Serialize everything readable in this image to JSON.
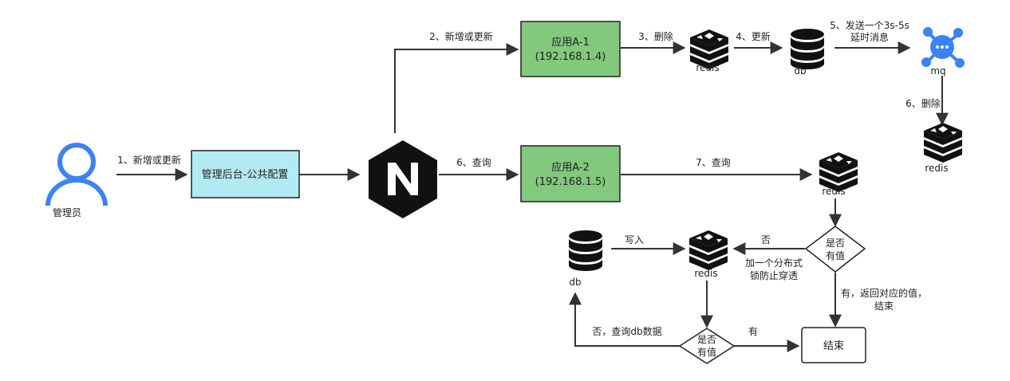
{
  "colors": {
    "app_box": "#82c87d",
    "admin_box": "#b2ebf2",
    "person": "#3b82f6",
    "mq": "#3b82f6",
    "edge": "#333333",
    "redis_icon": "#111111",
    "nginx": "#111111"
  },
  "nodes": {
    "admin_user": "管理员",
    "admin_console": "管理后台-公共配置",
    "app_a1": {
      "name": "应用A-1",
      "ip": "(192.168.1.4)"
    },
    "app_a2": {
      "name": "应用A-2",
      "ip": "(192.168.1.5)"
    },
    "redis_label": "redis",
    "db_label": "db",
    "mq_label": "mq",
    "decision_line1": "是否",
    "decision_line2": "有值",
    "end": "结束"
  },
  "edges": {
    "e1": "1、新增或更新",
    "e2": "2、新增或更新",
    "e3": "3、删除",
    "e4": "4、更新",
    "e5_line1": "5、发送一个3s-5s",
    "e5_line2": "延时消息",
    "e6_delete": "6、删除",
    "e6_query": "6、查询",
    "e7": "7、查询",
    "no": "否",
    "lock_line1": "加一个分布式",
    "lock_line2": "锁防止穿透",
    "write": "写入",
    "yes_return_line1": "有，返回对应的值，",
    "yes_return_line2": "结束",
    "no_query_db": "否，查询db数据",
    "yes": "有"
  }
}
